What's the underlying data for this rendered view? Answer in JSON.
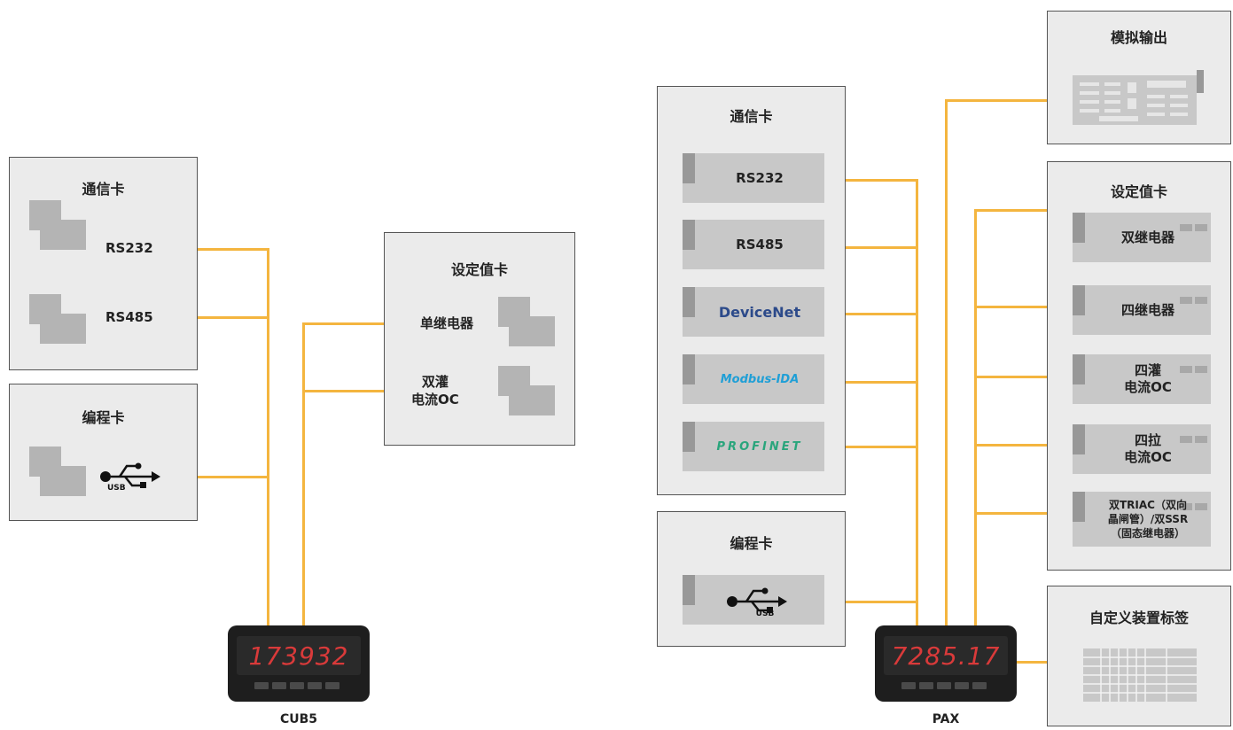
{
  "left": {
    "comm_title": "通信卡",
    "comm_items": [
      "RS232",
      "RS485"
    ],
    "prog_title": "编程卡",
    "usb_label": "USB",
    "setpoint_title": "设定值卡",
    "setpoint_items": [
      "单继电器",
      "双灌\n电流OC"
    ],
    "meter_value": "173932",
    "meter_name": "CUB5"
  },
  "right": {
    "comm_title": "通信卡",
    "comm_items": [
      "RS232",
      "RS485",
      "DeviceNet",
      "Modbus-IDA",
      "PROFINET"
    ],
    "prog_title": "编程卡",
    "usb_label": "USB",
    "analog_title": "模拟输出",
    "setpoint_title": "设定值卡",
    "setpoint_items": [
      "双继电器",
      "四继电器",
      "四灌\n电流OC",
      "四拉\n电流OC",
      "双TRIAC（双向\n晶闸管）/双SSR\n（固态继电器）"
    ],
    "label_title": "自定义装置标签",
    "meter_value": "7285.17",
    "meter_name": "PAX"
  },
  "colors": {
    "connector": "#f4b53f",
    "panel": "#ebebeb",
    "card": "#c8c8c8",
    "display_digits": "#d93a3a",
    "devicenet": "#2c4a8a",
    "modbus_blue": "#1f9fd6",
    "modbus_green": "#55b94a",
    "profinet": "#2aa57c"
  }
}
